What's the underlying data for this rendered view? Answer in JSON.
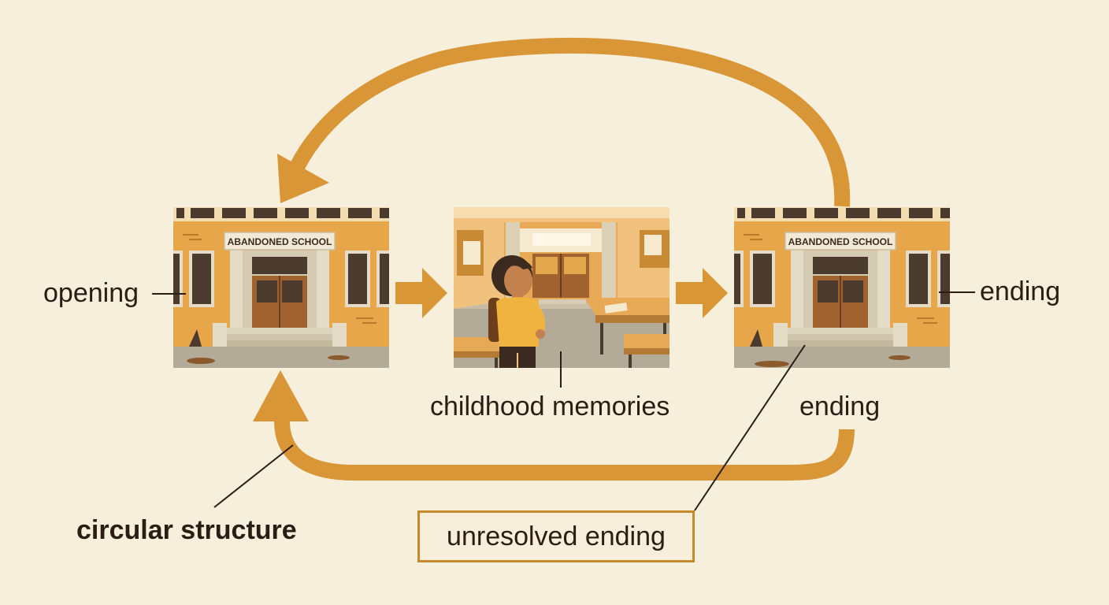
{
  "colors": {
    "background": "#f6efdc",
    "arrow": "#d99636",
    "wall": "#e8a64a",
    "wall_dark": "#c98a35",
    "window": "#4b3a2e",
    "trim": "#e4dcc6",
    "door": "#a0622f",
    "ground": "#b4aa98",
    "text": "#2b1d14",
    "box_border": "#c48a2c"
  },
  "panels": {
    "opening": {
      "sign": "ABANDONED SCHOOL"
    },
    "ending": {
      "sign": "ABANDONED SCHOOL"
    }
  },
  "labels": {
    "opening": "opening",
    "childhood": "childhood memories",
    "ending_right": "ending",
    "ending_below": "ending",
    "circular": "circular structure",
    "unresolved": "unresolved ending"
  }
}
